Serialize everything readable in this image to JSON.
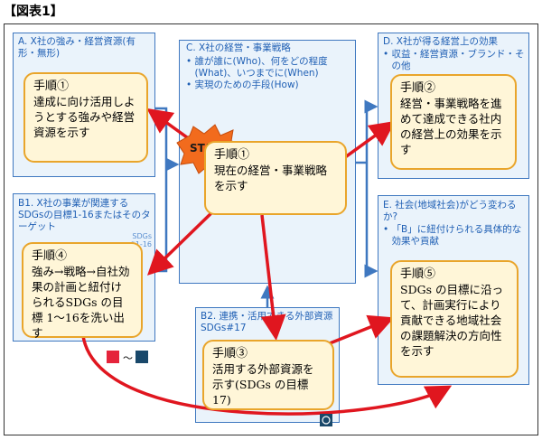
{
  "figure_title": "【図表1】",
  "panels": {
    "a": {
      "title": "A. X社の強み・経営資源(有形・無形)"
    },
    "b1": {
      "title": "B1. X社の事業が関連するSDGsの目標1-16またはそのターゲット",
      "sdgs_note": "SDGs #1-16"
    },
    "b2": {
      "title": "B2. 連携・活用できる外部資源　SDGs#17"
    },
    "c": {
      "title": "C. X社の経営・事業戦略",
      "bullets": [
        "誰が誰に(Who)、何をどの程度(What)、いつまでに(When)",
        "実現のための手段(How)"
      ]
    },
    "d": {
      "title": "D. X社が得る経営上の効果",
      "bullets": [
        "収益・経営資源・ブランド・その他"
      ]
    },
    "e": {
      "title": "E. 社会(地域社会)がどう変わるか?",
      "bullets": [
        "「B」に紐付けられる具体的な効果や貢献"
      ]
    }
  },
  "steps": {
    "s1a": {
      "head": "手順①",
      "body": "達成に向け活用しようとする強みや経営資源を示す"
    },
    "s1c": {
      "head": "手順①",
      "body": "現在の経営・事業戦略を示す"
    },
    "s2": {
      "head": "手順②",
      "body": "経営・事業戦略を進めて達成できる社内の経営上の効果を示す"
    },
    "s3": {
      "head": "手順③",
      "body": "活用する外部資源を示す(SDGs の目標 17)"
    },
    "s4": {
      "head": "手順④",
      "body": "強み→戦略→自社効果の計画と紐付けられるSDGs の目標 1～16を洗い出す"
    },
    "s5": {
      "head": "手順⑤",
      "body": "SDGs の目標に沿って、計画実行により貢献できる地域社会の課題解決の方向性を示す"
    }
  },
  "start_label": "START",
  "tilde": "～",
  "colors": {
    "panel_border": "#3f78c0",
    "panel_fill": "#eaf3fb",
    "title_text": "#1f5fb4",
    "step_border": "#e9a52b",
    "step_fill": "#fff6d8",
    "arrow_red": "#e0161f",
    "start_fill": "#f26b1d"
  }
}
